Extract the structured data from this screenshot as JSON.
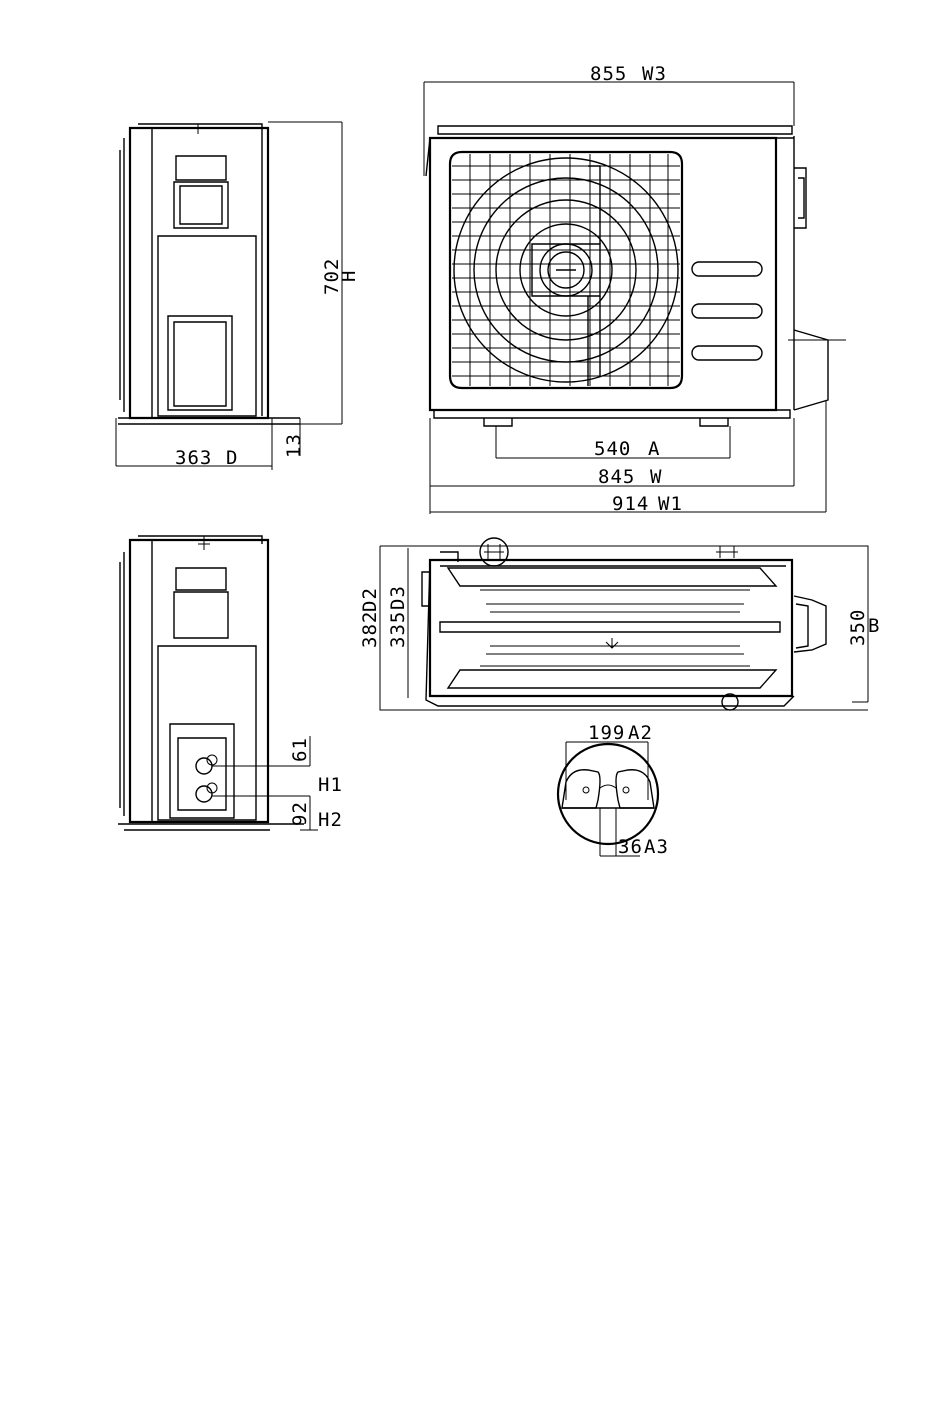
{
  "side_view": {
    "height_value": "702",
    "height_code": "H",
    "depth_value": "363",
    "depth_code": "D",
    "foot_value": "13"
  },
  "front_view": {
    "w3_value": "855",
    "w3_code": "W3",
    "a_value": "540",
    "a_code": "A",
    "w_value": "845",
    "w_code": "W",
    "w1_value": "914",
    "w1_code": "W1"
  },
  "pipe_view": {
    "h1_value": "61",
    "h1_code": "H1",
    "h2_value": "92",
    "h2_code": "H2"
  },
  "top_view": {
    "d2_code": "D2",
    "d2_value": "382",
    "d3_code": "D3",
    "d3_value": "335",
    "b_value": "350",
    "b_code": "B"
  },
  "detail_view": {
    "a2_value": "199",
    "a2_code": "A2",
    "a3_value": "36",
    "a3_code": "A3"
  }
}
